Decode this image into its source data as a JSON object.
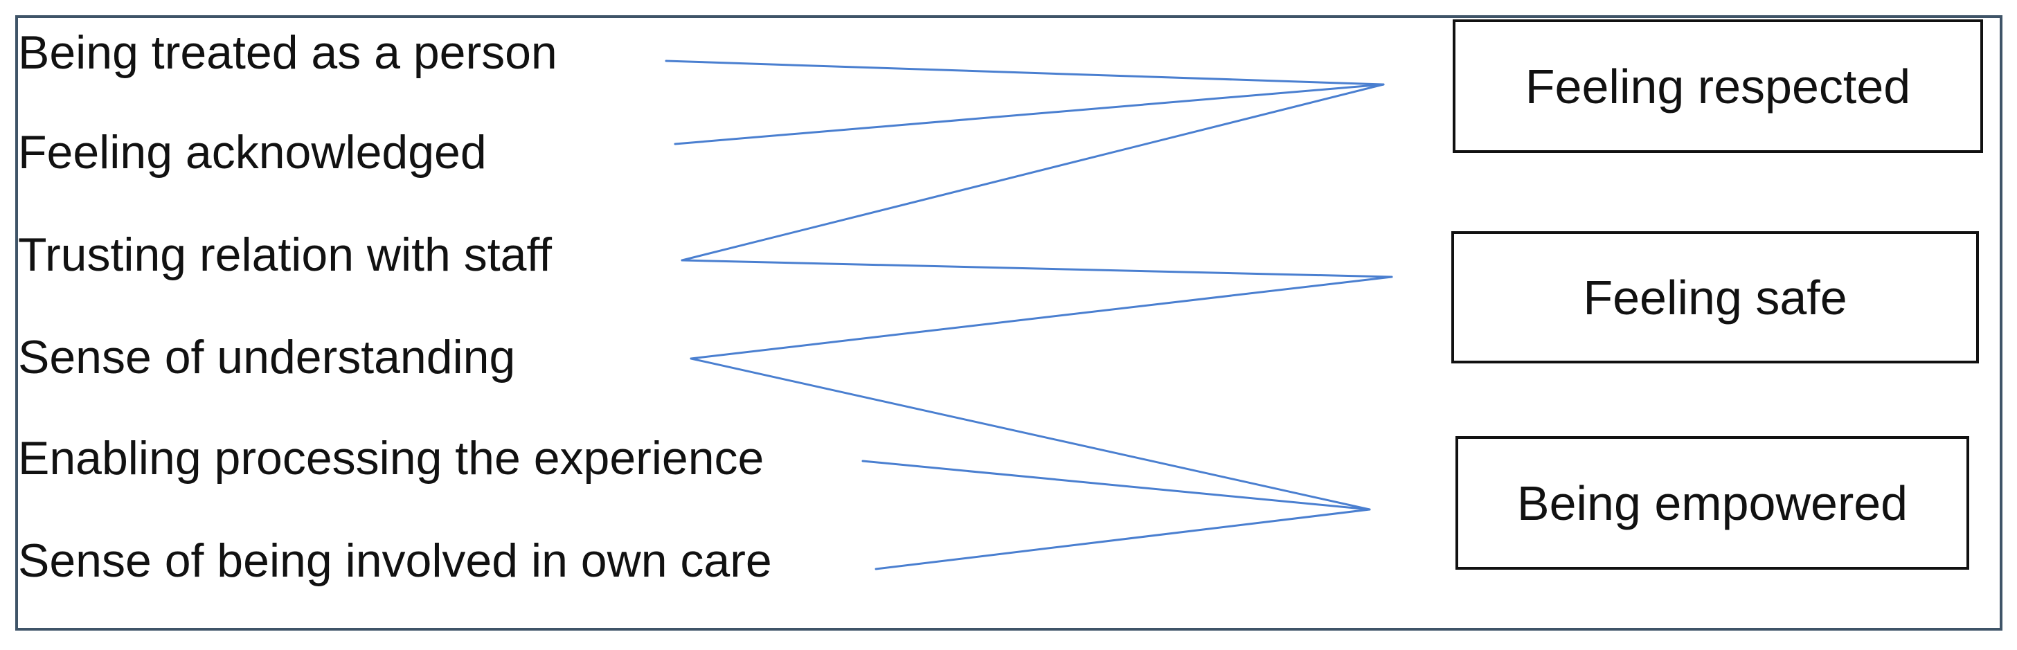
{
  "subthemes": [
    "Being treated as a person",
    "Feeling acknowledged",
    "Trusting relation with staff",
    "Sense of understanding",
    "Enabling processing the experience",
    "Sense of being involved in own care"
  ],
  "themes": [
    "Feeling respected",
    "Feeling safe",
    "Being empowered"
  ],
  "links": [
    {
      "from": "Being treated as a person",
      "to": "Feeling respected"
    },
    {
      "from": "Feeling acknowledged",
      "to": "Feeling respected"
    },
    {
      "from": "Trusting relation with staff",
      "to": "Feeling respected"
    },
    {
      "from": "Trusting relation with staff",
      "to": "Feeling safe"
    },
    {
      "from": "Sense of understanding",
      "to": "Feeling safe"
    },
    {
      "from": "Sense of understanding",
      "to": "Being empowered"
    },
    {
      "from": "Enabling processing the experience",
      "to": "Being empowered"
    },
    {
      "from": "Sense of being involved in own care",
      "to": "Being empowered"
    }
  ],
  "colors": {
    "frame": "#3f5468",
    "connector": "#4a7fd0",
    "text": "#111111"
  }
}
